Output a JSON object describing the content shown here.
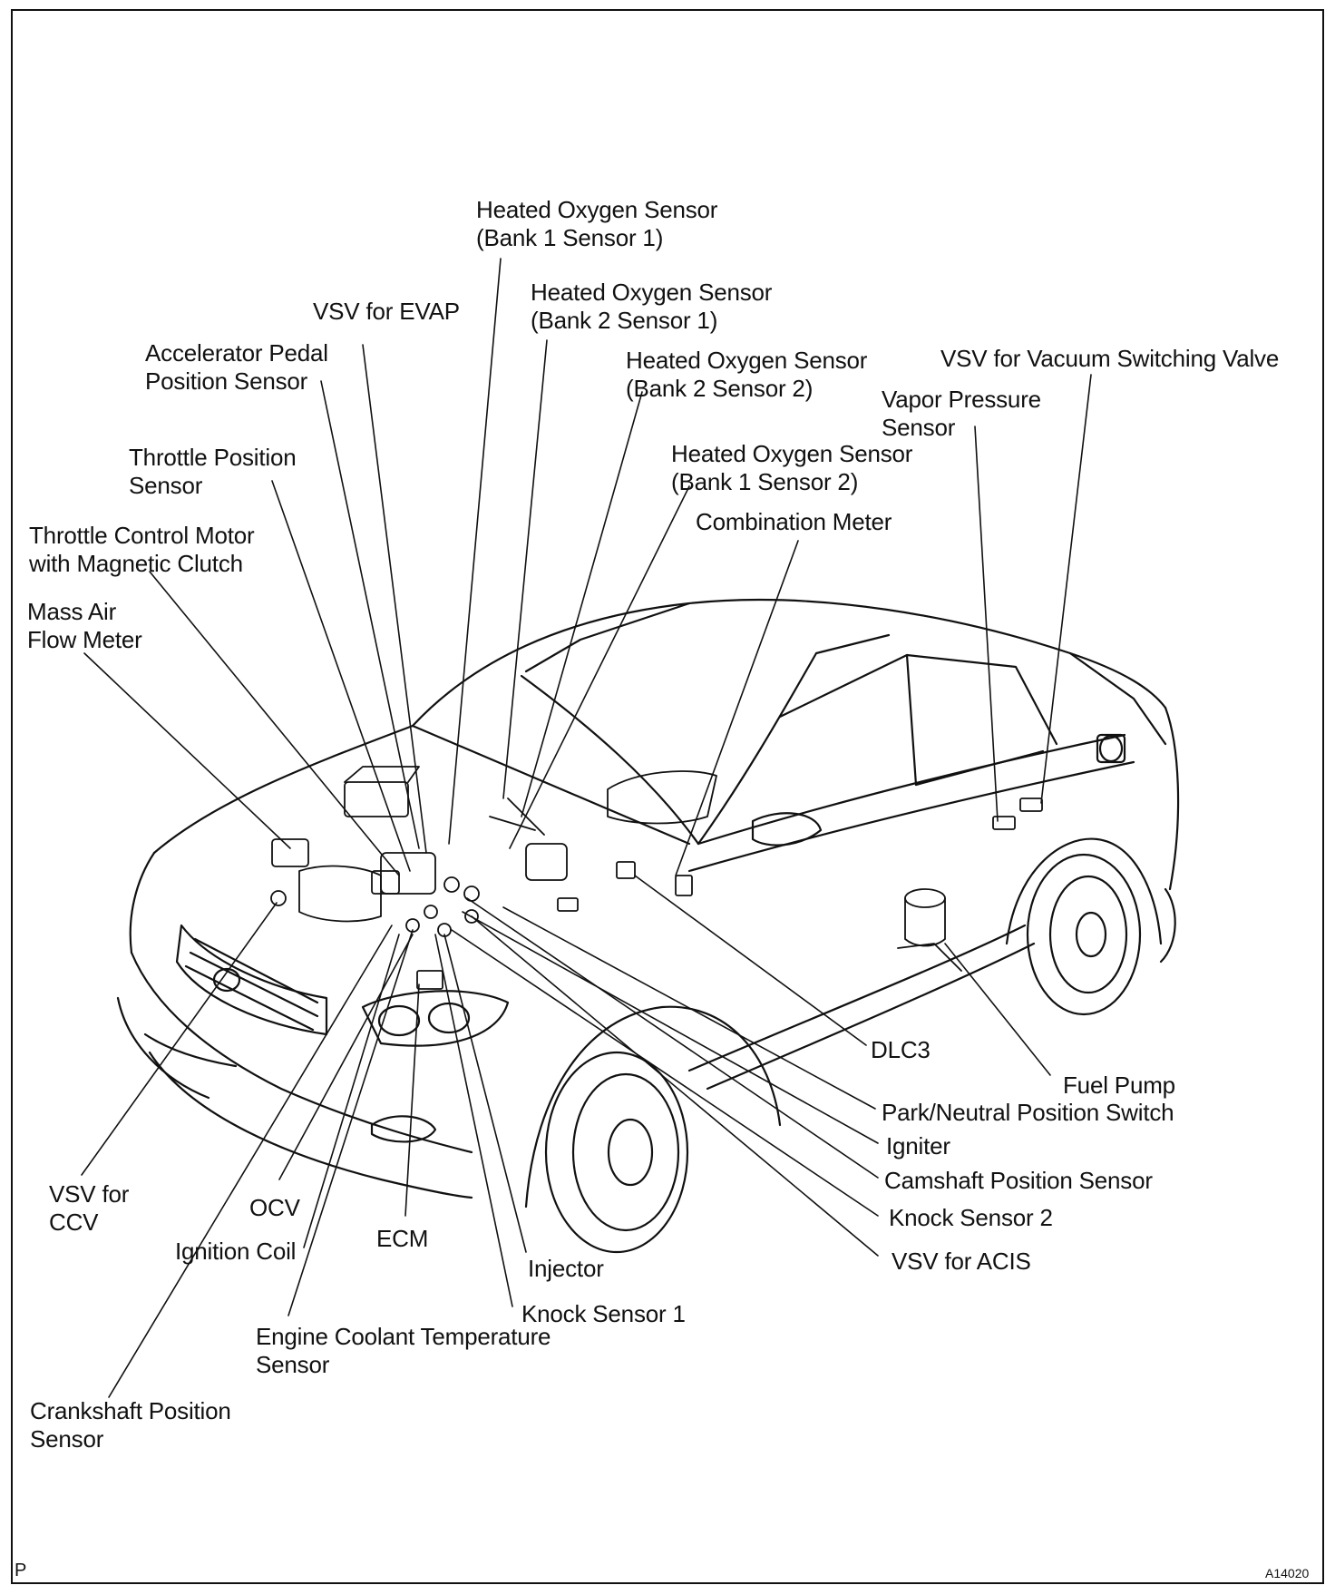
{
  "diagram": {
    "labels": {
      "ho_b1s1": {
        "line1": "Heated Oxygen Sensor",
        "line2": "(Bank 1 Sensor 1)"
      },
      "ho_b2s1": {
        "line1": "Heated Oxygen Sensor",
        "line2": "(Bank 2 Sensor 1)"
      },
      "vsv_evap": {
        "line1": "VSV for EVAP"
      },
      "accel_pedal": {
        "line1": "Accelerator  Pedal",
        "line2": "Position Sensor"
      },
      "ho_b2s2": {
        "line1": "Heated Oxygen Sensor",
        "line2": "(Bank 2 Sensor 2)"
      },
      "vsv_vacuum": {
        "line1": "VSV for Vacuum Switching Valve"
      },
      "vapor_pressure": {
        "line1": "Vapor  Pressure",
        "line2": "Sensor"
      },
      "throttle_position": {
        "line1": "Throttle Position",
        "line2": "Sensor"
      },
      "ho_b1s2": {
        "line1": "Heated Oxygen Sensor",
        "line2": "(Bank 1 Sensor 2)"
      },
      "combination_meter": {
        "line1": "Combination Meter"
      },
      "throttle_motor": {
        "line1": "Throttle Control Motor",
        "line2": "with Magnetic Clutch"
      },
      "mass_air_flow": {
        "line1": "Mass Air",
        "line2": "Flow Meter"
      },
      "dlc3": {
        "line1": "DLC3"
      },
      "fuel_pump": {
        "line1": "Fuel Pump"
      },
      "park_neutral": {
        "line1": "Park/Neutral Position Switch"
      },
      "igniter": {
        "line1": "Igniter"
      },
      "camshaft": {
        "line1": "Camshaft Position Sensor"
      },
      "knock2": {
        "line1": "Knock Sensor 2"
      },
      "vsv_acis": {
        "line1": "VSV for ACIS"
      },
      "vsv_ccv": {
        "line1": "VSV for",
        "line2": "CCV"
      },
      "ocv": {
        "line1": "OCV"
      },
      "ecm": {
        "line1": "ECM"
      },
      "ignition_coil": {
        "line1": "Ignition Coil"
      },
      "injector": {
        "line1": "Injector"
      },
      "knock1": {
        "line1": "Knock Sensor 1"
      },
      "coolant_temp": {
        "line1": "Engine Coolant Temperature",
        "line2": "Sensor"
      },
      "crankshaft": {
        "line1": "Crankshaft  Position",
        "line2": "Sensor"
      }
    },
    "corner_left": "P",
    "figure_code": "A14020"
  }
}
